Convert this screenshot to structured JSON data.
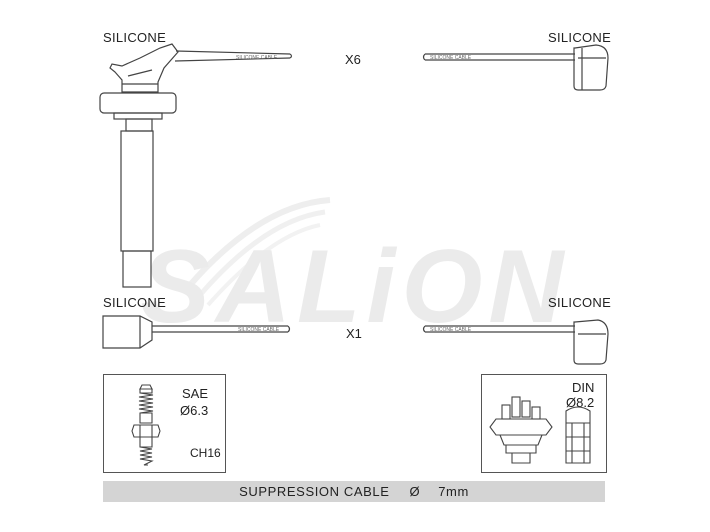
{
  "watermark": "SALiON",
  "top_left_label": "SILICONE",
  "top_right_label": "SILICONE",
  "mid_left_label": "SILICONE",
  "mid_right_label": "SILICONE",
  "top_quantity": "X6",
  "mid_quantity": "X1",
  "cable_print": "SILICONE CABLE",
  "sae_box": {
    "title": "SAE",
    "diameter": "Ø6.3",
    "code": "CH16"
  },
  "din_box": {
    "title": "DIN",
    "diameter": "Ø8.2"
  },
  "footer": {
    "label": "SUPPRESSION CABLE",
    "symbol": "Ø",
    "size": "7mm"
  },
  "colors": {
    "line": "#444444",
    "watermark": "#e9e9e9",
    "footer_bg": "#d4d4d4"
  }
}
